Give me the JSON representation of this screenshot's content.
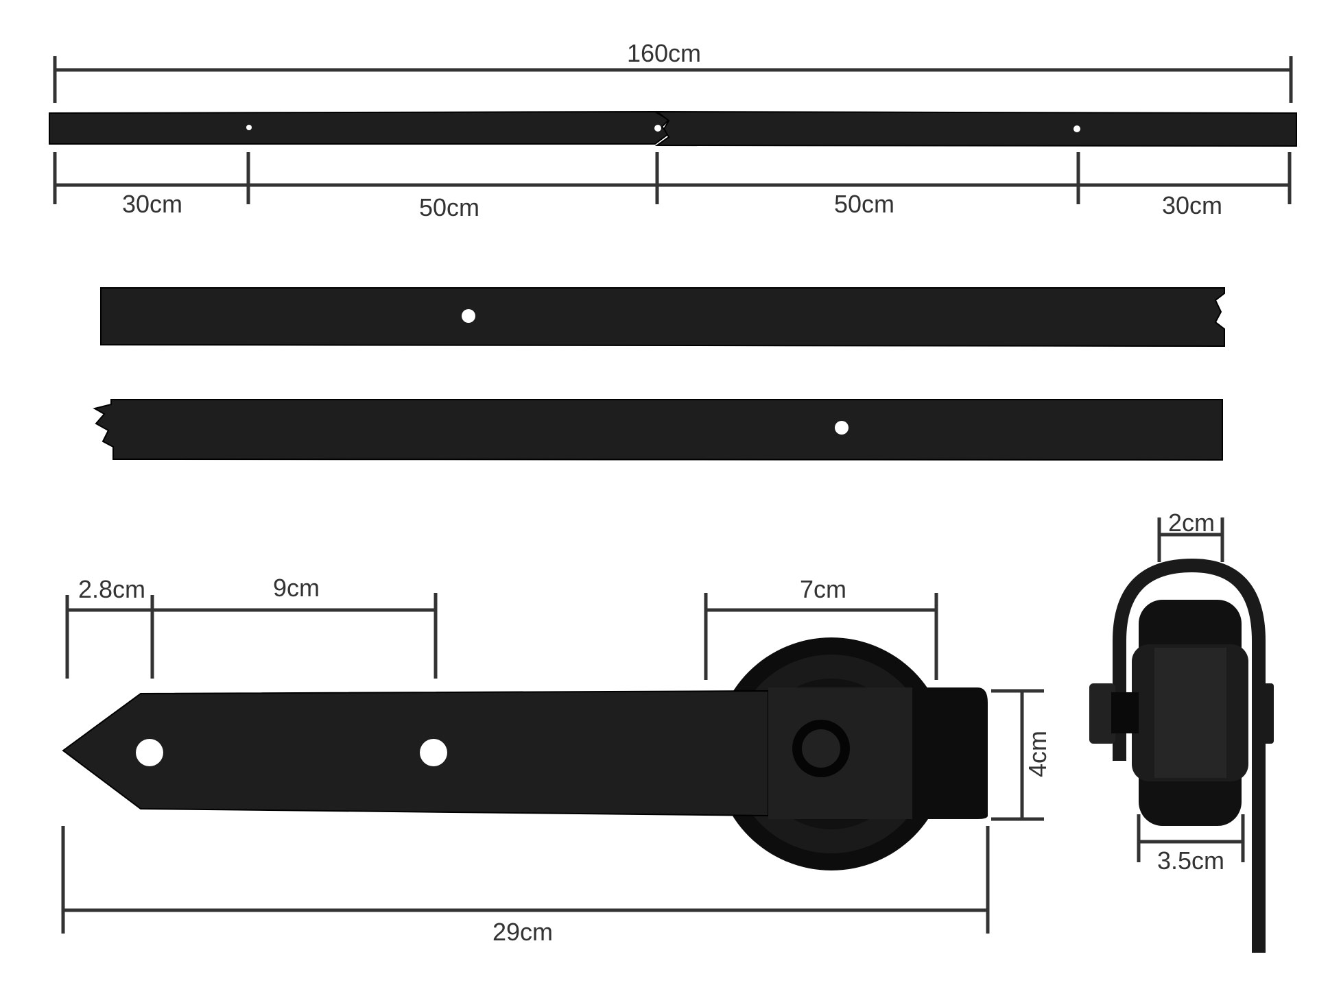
{
  "colors": {
    "metal": "#1e1e1e",
    "dimension_line": "#333333",
    "background": "#ffffff"
  },
  "dimensions": {
    "rail_total": "160cm",
    "rail_seg_1": "30cm",
    "rail_seg_2": "50cm",
    "rail_seg_3": "50cm",
    "rail_seg_4": "30cm",
    "hanger_tip": "2.8cm",
    "hanger_hole_spacing": "9cm",
    "wheel_diameter": "7cm",
    "strap_height": "4cm",
    "hanger_length": "29cm",
    "bracket_width": "2cm",
    "wheel_width": "3.5cm"
  }
}
